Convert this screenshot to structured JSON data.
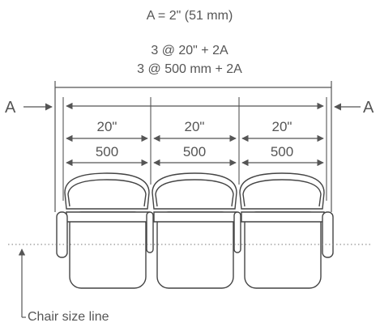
{
  "formulas": {
    "spacing_a": "A = 2\" (51 mm)",
    "imperial": "3 @ 20\" + 2A",
    "metric": "3 @ 500 mm + 2A"
  },
  "side_labels": {
    "left": "A",
    "right": "A"
  },
  "seats": [
    {
      "imperial": "20\"",
      "metric": "500"
    },
    {
      "imperial": "20\"",
      "metric": "500"
    },
    {
      "imperial": "20\"",
      "metric": "500"
    }
  ],
  "size_line_label": "Chair size line",
  "colors": {
    "line": "#555555",
    "text": "#555555"
  }
}
